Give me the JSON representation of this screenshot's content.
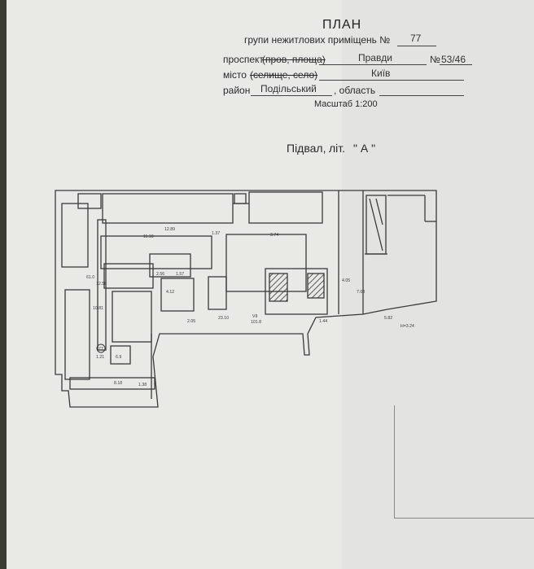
{
  "header": {
    "title": "ПЛАН",
    "group_label": "групи нежитлових приміщень №",
    "group_number": "77",
    "street_type_label": "проспект",
    "street_type_struck": "(пров, площа)",
    "street_name": "Правди",
    "house_label": "№",
    "house_number": "53/46",
    "city_label": "місто",
    "city_struck": "(селище, село)",
    "city_name": "Київ",
    "district_label": "район",
    "district_name": "Подільський",
    "region_label": ", область",
    "scale": "Масштаб 1:200"
  },
  "floor": {
    "label": "Підвал,",
    "liter_label": "літ.",
    "liter": "\" А \""
  },
  "plan_labels": {
    "d1": "12.89",
    "d2": "11.18",
    "d3": "3.74",
    "d4": "2.56",
    "d5": "1.57",
    "d6": "4.12",
    "d7": "4.05",
    "d8": "7.03",
    "d9": "2.05",
    "d10": "23.10",
    "d11": "VII",
    "d12": "101.8",
    "d13": "1.44",
    "d14": "5.82",
    "d15": "H=3.24",
    "d16": "12.56",
    "d17": "10.81",
    "d18": "61.0",
    "d19": "1.21",
    "d20": "6.9",
    "d21": "8.18",
    "d22": "1.38",
    "d23": "77",
    "d24": "1.37"
  }
}
